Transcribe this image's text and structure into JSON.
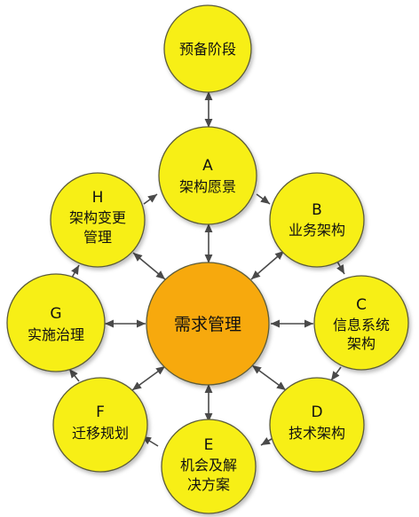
{
  "colors": {
    "node_fill": "#f7ef16",
    "center_fill": "#f7a90a",
    "line": "#4a4a4a"
  },
  "nodes": {
    "prelim": {
      "lines": [
        "预备阶段"
      ]
    },
    "a": {
      "letter": "A",
      "lines": [
        "架构愿景"
      ]
    },
    "b": {
      "letter": "B",
      "lines": [
        "业务架构"
      ]
    },
    "c": {
      "letter": "C",
      "lines": [
        "信息系统",
        "架构"
      ]
    },
    "d": {
      "letter": "D",
      "lines": [
        "技术架构"
      ]
    },
    "e": {
      "letter": "E",
      "lines": [
        "机会及解",
        "决方案"
      ]
    },
    "f": {
      "letter": "F",
      "lines": [
        "迁移规划"
      ]
    },
    "g": {
      "letter": "G",
      "lines": [
        "实施治理"
      ]
    },
    "h": {
      "letter": "H",
      "lines": [
        "架构变更",
        "管理"
      ]
    },
    "center": {
      "lines": [
        "需求管理"
      ]
    }
  }
}
